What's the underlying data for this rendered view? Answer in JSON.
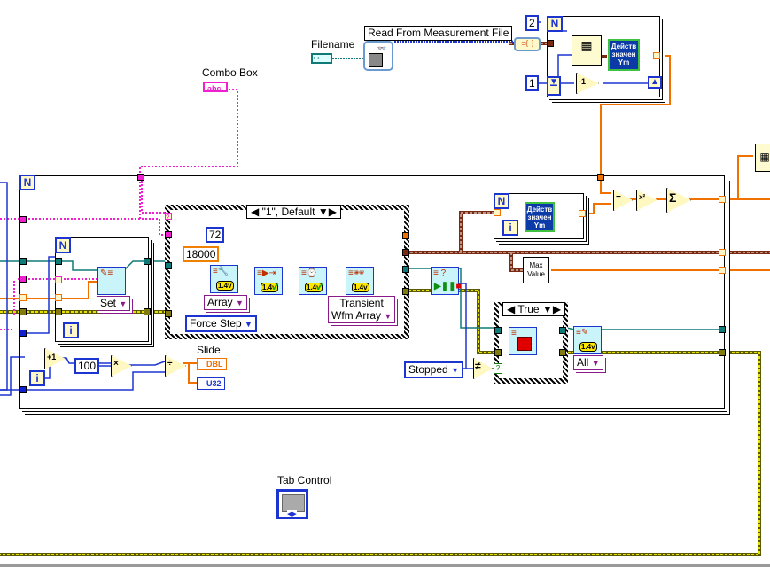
{
  "diagram": {
    "controls": {
      "filename_label": "Filename",
      "combo_box_label": "Combo Box",
      "combo_box_glyph": "abc",
      "tab_control_label": "Tab Control",
      "slide_label": "Slide",
      "slide_dbl": "DBL",
      "slide_u32": "U32"
    },
    "read_file": {
      "title": "Read From Measurement File",
      "icon": "glasses-disk-icon"
    },
    "top_for_loop": {
      "count": "2",
      "shift_init": "1",
      "negate": "-1",
      "subvi_text": "Действ значен Ym"
    },
    "outer_loop": {
      "count_glyph": "N",
      "iter_glyph": "i"
    },
    "inner_loop": {
      "count_glyph": "N",
      "iter_glyph": "i",
      "property_ring": "Set"
    },
    "case_structure": {
      "selector": "\"1\", Default",
      "const_72": "72",
      "const_18000": "18000",
      "ring_array": "Array",
      "ring_force_step": "Force Step",
      "ring_transient_1": "Transient",
      "ring_transient_2": "Wfm Array"
    },
    "middle_loop": {
      "subvi_text": "Действ значен Ym",
      "max_value_1": "Max",
      "max_value_2": "Value"
    },
    "true_case": {
      "selector": "True",
      "stopped_ring": "Stopped",
      "not_equal": "≠",
      "clear_ring": "All"
    },
    "math": {
      "plus1": "+1",
      "const_100": "100",
      "multiply": "×",
      "divide": "÷",
      "subtract": "−",
      "square": "x²",
      "sum": "Σ"
    },
    "colors": {
      "teal_wire": "#0f7a78",
      "magenta_wire": "#f020d0",
      "orange_wire": "#f07000",
      "blue_wire": "#1d35d0",
      "yellow_error": "#e8e000",
      "brown_wire": "#8a2a10"
    }
  }
}
